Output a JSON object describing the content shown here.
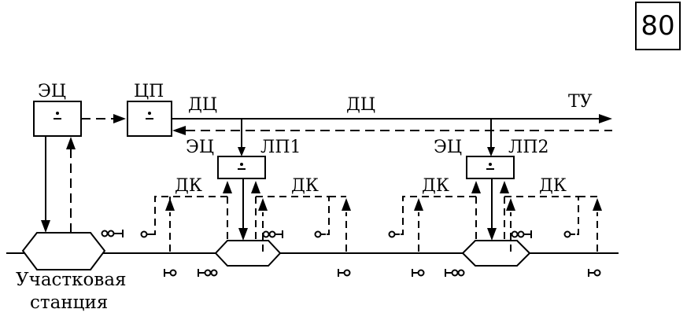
{
  "page_number": "80",
  "blocks": {
    "ec_main": "ЭЦ",
    "cp": "ЦП",
    "ec1": "ЭЦ",
    "lp1": "ЛП1",
    "ec2": "ЭЦ",
    "lp2": "ЛП2"
  },
  "lines": {
    "dc_1": "ДЦ",
    "dc_2": "ДЦ",
    "tu": "ТУ",
    "dk_1": "ДК",
    "dk_2": "ДК",
    "dk_3": "ДК",
    "dk_4": "ДК"
  },
  "station": {
    "line1": "Участковая",
    "line2": "станция"
  },
  "colors": {
    "ink": "#000000",
    "paper": "#ffffff"
  }
}
